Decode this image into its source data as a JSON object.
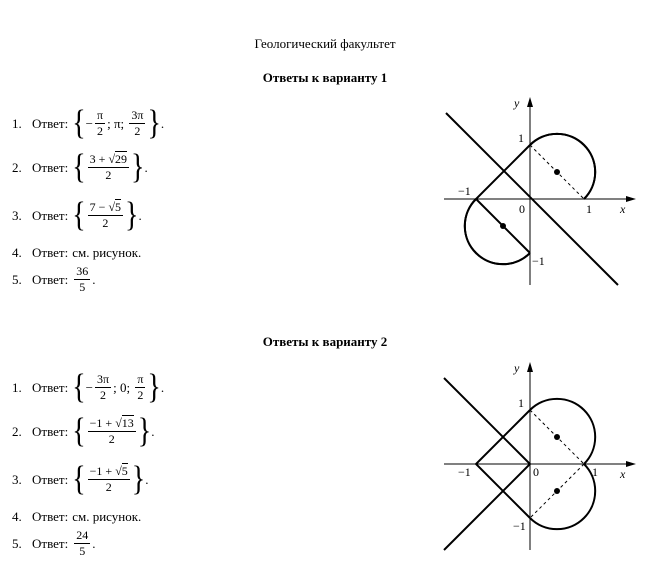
{
  "faculty": "Геологический факультет",
  "variants": [
    {
      "heading": "Ответы к варианту 1",
      "answer_label": "Ответ:",
      "a1": {
        "num": "1.",
        "f1n": "π",
        "f1s": "−",
        "f1d": "2",
        "sep1": ";",
        "mid": "π;",
        "f2n": "3π",
        "f2d": "2",
        "end": "."
      },
      "a2": {
        "num": "2.",
        "n_pre": "3 + ",
        "n_rad": "29",
        "d": "2",
        "end": "."
      },
      "a3": {
        "num": "3.",
        "n_pre": "7 − ",
        "n_rad": "5",
        "d": "2",
        "end": "."
      },
      "a4": {
        "num": "4.",
        "text": "см. рисунок."
      },
      "a5": {
        "num": "5.",
        "n": "36",
        "d": "5",
        "end": "."
      },
      "graph": {
        "y": "y",
        "x": "x",
        "t_1y": "1",
        "t_m1x": "−1",
        "t_0": "0",
        "t_1x": "1",
        "t_m1y": "−1"
      }
    },
    {
      "heading": "Ответы к варианту 2",
      "answer_label": "Ответ:",
      "a1": {
        "num": "1.",
        "f1n": "3π",
        "f1s": "−",
        "f1d": "2",
        "sep1": ";",
        "mid": "0;",
        "f2n": "π",
        "f2d": "2",
        "end": "."
      },
      "a2": {
        "num": "2.",
        "n_pre": "−1 + ",
        "n_rad": "13",
        "d": "2",
        "end": "."
      },
      "a3": {
        "num": "3.",
        "n_pre": "−1 + ",
        "n_rad": "5",
        "d": "2",
        "end": "."
      },
      "a4": {
        "num": "4.",
        "text": "см. рисунок."
      },
      "a5": {
        "num": "5.",
        "n": "24",
        "d": "5",
        "end": "."
      },
      "graph": {
        "y": "y",
        "x": "x",
        "t_1y": "1",
        "t_m1x": "−1",
        "t_0": "0",
        "t_1x": "1",
        "t_m1y": "−1"
      }
    }
  ]
}
